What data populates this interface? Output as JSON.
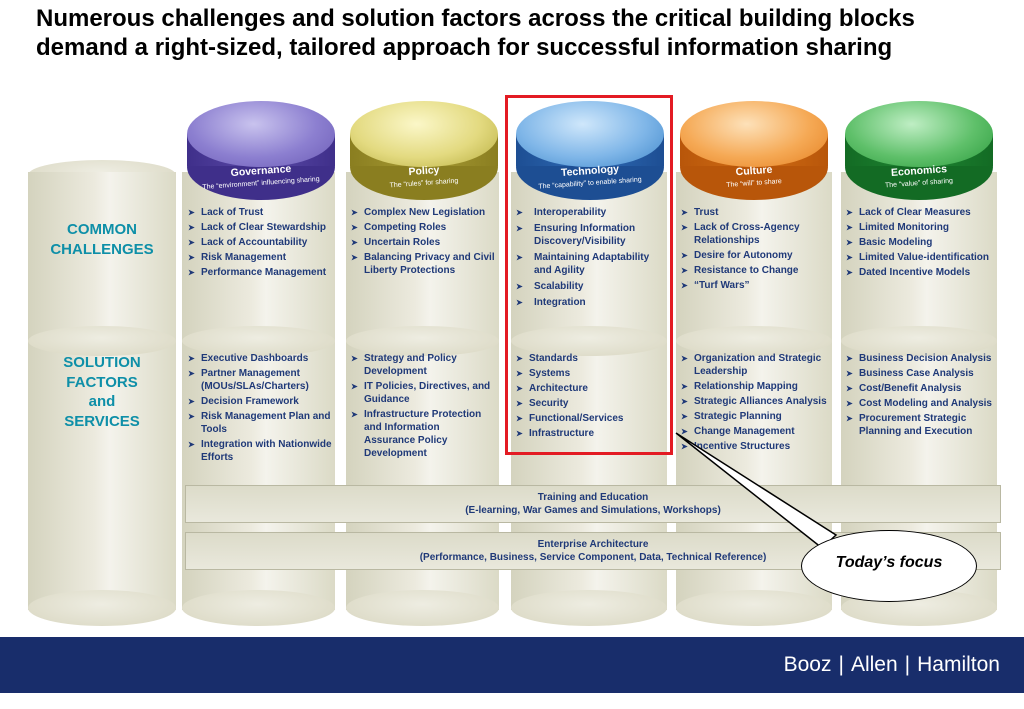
{
  "title": "Numerous challenges and solution factors across the critical building blocks demand a right-sized, tailored approach for successful information sharing",
  "row_labels": {
    "challenges": [
      "COMMON",
      "CHALLENGES"
    ],
    "solutions": [
      "SOLUTION",
      "FACTORS",
      "and",
      "SERVICES"
    ]
  },
  "pillars": [
    {
      "name": "Governance",
      "subtitle": "The “environment” influencing sharing",
      "color": "#6b5bb5",
      "challenges": [
        "Lack of Trust",
        "Lack of Clear Stewardship",
        "Lack of Accountability",
        "Risk Management",
        "Performance Management"
      ],
      "solutions": [
        "Executive Dashboards",
        "Partner Management (MOUs/SLAs/Charters)",
        "Decision Framework",
        "Risk Management Plan and Tools",
        "Integration with Nationwide Efforts"
      ]
    },
    {
      "name": "Policy",
      "subtitle": "The “rules” for sharing",
      "color": "#b6ac3c",
      "challenges": [
        "Complex New Legislation",
        "Competing Roles",
        "Uncertain Roles",
        "Balancing Privacy and Civil Liberty Protections"
      ],
      "solutions": [
        "Strategy and Policy Development",
        "IT Policies, Directives, and Guidance",
        "Infrastructure Protection and Information Assurance Policy Development"
      ]
    },
    {
      "name": "Technology",
      "subtitle": "The “capability” to enable sharing",
      "color": "#3e86c9",
      "challenges": [
        "Interoperability",
        "Ensuring Information Discovery/Visibility",
        "Maintaining Adaptability and Agility",
        "Scalability",
        "Integration"
      ],
      "solutions": [
        "Standards",
        "Systems",
        "Architecture",
        "Security",
        "Functional/Services",
        "Infrastructure"
      ]
    },
    {
      "name": "Culture",
      "subtitle": "The “will” to share",
      "color": "#e57f1f",
      "challenges": [
        "Trust",
        "Lack of Cross-Agency Relationships",
        "Desire for Autonomy",
        "Resistance to Change",
        "“Turf Wars”"
      ],
      "solutions": [
        "Organization and Strategic Leadership",
        "Relationship Mapping",
        "Strategic Alliances Analysis",
        "Strategic Planning",
        "Change Management",
        "Incentive Structures"
      ]
    },
    {
      "name": "Economics",
      "subtitle": "The “value” of sharing",
      "color": "#2a9a3c",
      "challenges": [
        "Lack of Clear Measures",
        "Limited Monitoring",
        "Basic Modeling",
        "Limited Value-identification",
        "Dated Incentive Models"
      ],
      "solutions": [
        "Business Decision Analysis",
        "Business Case Analysis",
        "Cost/Benefit Analysis",
        "Cost Modeling and Analysis",
        "Procurement Strategic Planning and Execution"
      ]
    }
  ],
  "bars": [
    {
      "line1": "Training and Education",
      "line2": "(E-learning, War Games and Simulations, Workshops)"
    },
    {
      "line1": "Enterprise Architecture",
      "line2": "(Performance, Business, Service Component, Data, Technical Reference)"
    }
  ],
  "callout": "Today’s focus",
  "logo": [
    "Booz",
    "Allen",
    "Hamilton"
  ],
  "colors": {
    "highlight": "#e31b23",
    "footer": "#182d6b",
    "text_blue": "#1f3978",
    "label_teal": "#0e8fa8"
  }
}
